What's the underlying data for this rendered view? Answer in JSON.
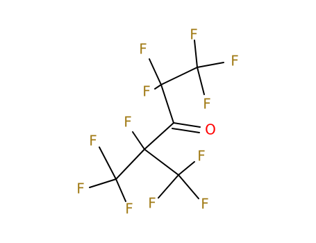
{
  "molecule": {
    "colors": {
      "fluorine": "#a07a14",
      "oxygen": "#ff0000",
      "bond": "#000000",
      "background": "#ffffff"
    },
    "atoms": [
      {
        "id": "F1",
        "symbol": "F",
        "element": "fluorine"
      },
      {
        "id": "F2",
        "symbol": "F",
        "element": "fluorine"
      },
      {
        "id": "F3",
        "symbol": "F",
        "element": "fluorine"
      },
      {
        "id": "F4",
        "symbol": "F",
        "element": "fluorine"
      },
      {
        "id": "F5",
        "symbol": "F",
        "element": "fluorine"
      },
      {
        "id": "O1",
        "symbol": "O",
        "element": "oxygen"
      },
      {
        "id": "F6",
        "symbol": "F",
        "element": "fluorine"
      },
      {
        "id": "F7",
        "symbol": "F",
        "element": "fluorine"
      },
      {
        "id": "F8",
        "symbol": "F",
        "element": "fluorine"
      },
      {
        "id": "F9",
        "symbol": "F",
        "element": "fluorine"
      },
      {
        "id": "F10",
        "symbol": "F",
        "element": "fluorine"
      },
      {
        "id": "F11",
        "symbol": "F",
        "element": "fluorine"
      },
      {
        "id": "F12",
        "symbol": "F",
        "element": "fluorine"
      }
    ]
  }
}
